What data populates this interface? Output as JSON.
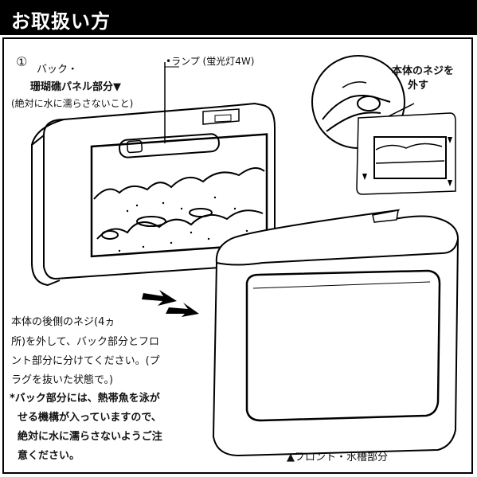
{
  "header": {
    "title": "お取扱い方"
  },
  "step": {
    "number": "①"
  },
  "labels": {
    "back_line1": "バック・",
    "back_line2": "珊瑚礁パネル部分▼",
    "back_note": "(絶対に水に濡らさないこと)",
    "lamp": "•ランプ (蛍光灯4W)",
    "screw_line1": "本体のネジを",
    "screw_line2": "外す",
    "front": "▲フロント・水槽部分"
  },
  "instructions": {
    "line1": "本体の後側のネジ(4ヵ",
    "line2": "所)を外して、バック部分とフロ",
    "line3": "ント部分に分けてください。(プ",
    "line4": "ラグを抜いた状態で。)"
  },
  "warning": {
    "line1": "*バック部分には、熱帯魚を泳が",
    "line2": "せる機構が入っていますので、",
    "line3": "絶対に水に濡らさないようご注",
    "line4": "意ください。"
  }
}
